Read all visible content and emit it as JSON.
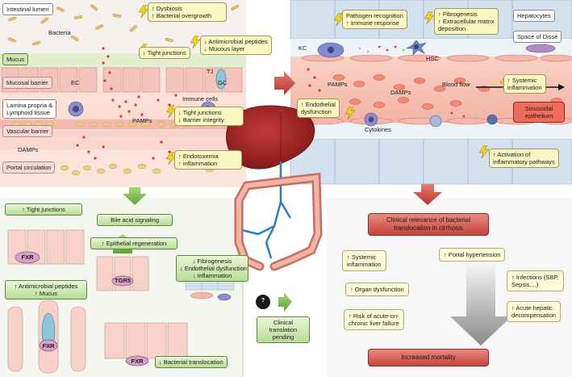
{
  "gut": {
    "intestinal_lumen": "Intestinal lumen",
    "bacteria": "Bacteria",
    "dysbiosis": [
      "↑ Dysbiosis",
      "↑ Bacterial overgrowth"
    ],
    "tight_junctions_down": "↓ Tight junctions",
    "antimicrobial": [
      "↓ Antimicrobial peptides",
      "↓ Mucous layer"
    ],
    "mucus": "Mucus",
    "mucosal_barrier": "Mucosal barrier",
    "ec": "EC",
    "tj": "TJ",
    "gc": "GC",
    "lamina_propria": [
      "Lamina propria &",
      "Lymphoid tissue"
    ],
    "immune_cells": "Immune cells",
    "pamps": "PAMPs",
    "barrier_integrity": [
      "↓ Tight junctions",
      "↓ Barrier integrity"
    ],
    "vascular_barrier": "Vascular barrier",
    "damps": "DAMPs",
    "endotoxemia": [
      "↑ Endotoxemia",
      "↑ inflammation"
    ],
    "portal_circulation": "Portal circulation"
  },
  "liver": {
    "pathogen_recognition": [
      "Pathogen recognition",
      "↑ Immune response"
    ],
    "fibrogenesis": [
      "↑ Fibrogenesis",
      "↑ Extracellular matrix",
      "deposition"
    ],
    "hepatocytes": "Hepatocytes",
    "space_of_disse": "Space of Dissé",
    "kc": "KC",
    "hsc": "HSC",
    "pamps": "PAMPs",
    "blood_flow": "Blood flow",
    "systemic_inflammation": [
      "↑ Systemic",
      "inflammation"
    ],
    "damps": "DAMPs",
    "endothelial_dysfunction": [
      "↑ Endothelial",
      "dysfunction"
    ],
    "sinusoidal_epithelium": [
      "Sinusoidal",
      "epithelium"
    ],
    "cytokines": "Cytokines",
    "activation": [
      "↑ Activation of",
      "inflammatory pathways"
    ]
  },
  "therapy": {
    "tight_junctions_up": "↑ Tight junctions",
    "fxr": "FXR",
    "bile_acid_signaling": "Bile acid signaling",
    "epithelial_regeneration": "↑ Epithelial regeneration",
    "antimicrobial_up": [
      "↑ Antimicrobial peptides",
      "↑ Mucus"
    ],
    "tgr5": "TGR5",
    "fibrogenesis_down": [
      "↓ Fibrogenesis",
      "↓ Endothelial dysfunction",
      "↓ Inflammation"
    ],
    "bacterial_translocation": "↓ Bacterial translocation",
    "question_mark": "?",
    "clinical_translation": [
      "Clinical",
      "translation",
      "pending"
    ]
  },
  "clinical": {
    "title": [
      "Clinical relevance of bacterial",
      "translocation in cirrhosis"
    ],
    "systemic_inflammation": [
      "↑ Systemic",
      "inflammation"
    ],
    "portal_hypertension": "↑ Portal hypertension",
    "organ_dysfunction": "↑ Organ dysfunction",
    "infections": [
      "↑ Infections (SBP,",
      "Sepsis,...)"
    ],
    "aclf": [
      "↑ Risk of acute-on-",
      "chronic liver failure"
    ],
    "decompensation": [
      "↑ Acute hepatic",
      "decompensation"
    ],
    "mortality": "Increased mortality"
  }
}
